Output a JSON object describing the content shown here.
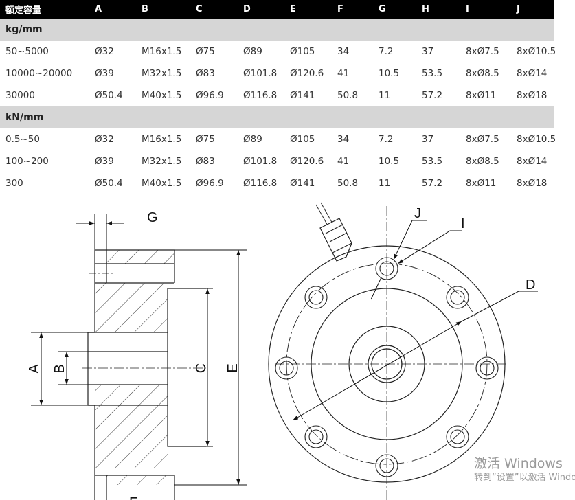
{
  "table": {
    "headers": [
      "额定容量",
      "A",
      "B",
      "C",
      "D",
      "E",
      "F",
      "G",
      "H",
      "I",
      "J"
    ],
    "groups": [
      {
        "unit": "kg/mm",
        "rows": [
          [
            "50~5000",
            "Ø32",
            "M16x1.5",
            "Ø75",
            "Ø89",
            "Ø105",
            "34",
            "7.2",
            "37",
            "8xØ7.5",
            "8xØ10.5"
          ],
          [
            "10000~20000",
            "Ø39",
            "M32x1.5",
            "Ø83",
            "Ø101.8",
            "Ø120.6",
            "41",
            "10.5",
            "53.5",
            "8xØ8.5",
            "8xØ14"
          ],
          [
            "30000",
            "Ø50.4",
            "M40x1.5",
            "Ø96.9",
            "Ø116.8",
            "Ø141",
            "50.8",
            "11",
            "57.2",
            "8xØ11",
            "8xØ18"
          ]
        ]
      },
      {
        "unit": "kN/mm",
        "rows": [
          [
            "0.5~50",
            "Ø32",
            "M16x1.5",
            "Ø75",
            "Ø89",
            "Ø105",
            "34",
            "7.2",
            "37",
            "8xØ7.5",
            "8xØ10.5"
          ],
          [
            "100~200",
            "Ø39",
            "M32x1.5",
            "Ø83",
            "Ø101.8",
            "Ø120.6",
            "41",
            "10.5",
            "53.5",
            "8xØ8.5",
            "8xØ14"
          ],
          [
            "300",
            "Ø50.4",
            "M40x1.5",
            "Ø96.9",
            "Ø116.8",
            "Ø141",
            "50.8",
            "11",
            "57.2",
            "8xØ11",
            "8xØ18"
          ]
        ]
      }
    ]
  },
  "drawing": {
    "side_labels": {
      "g": "G",
      "a": "A",
      "b": "B",
      "c": "C",
      "e": "E",
      "f": "F"
    },
    "top_labels": {
      "j": "J",
      "i": "I",
      "d": "D"
    }
  },
  "watermark": {
    "title": "激活 Windows",
    "subtitle": "转到“设置”以激活 Windows。"
  }
}
